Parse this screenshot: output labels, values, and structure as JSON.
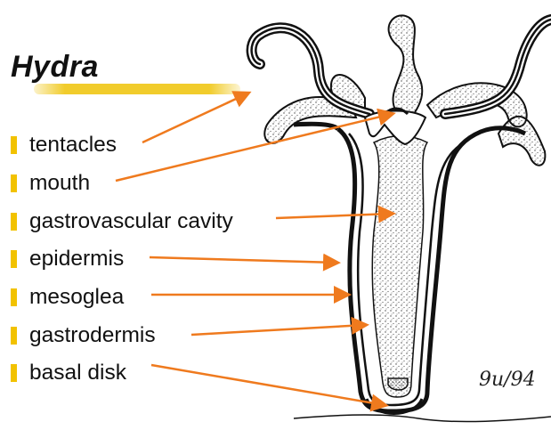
{
  "title": "Hydra",
  "labels": [
    {
      "text": "tentacles"
    },
    {
      "text": "mouth"
    },
    {
      "text": "gastrovascular cavity"
    },
    {
      "text": "epidermis"
    },
    {
      "text": "mesoglea"
    },
    {
      "text": "gastrodermis"
    },
    {
      "text": "basal disk"
    }
  ],
  "signature": "9u/94",
  "colors": {
    "bullet": "#f2c200",
    "underline": "#f1cc2c",
    "arrow": "#ef7a1e",
    "outline": "#111111"
  }
}
